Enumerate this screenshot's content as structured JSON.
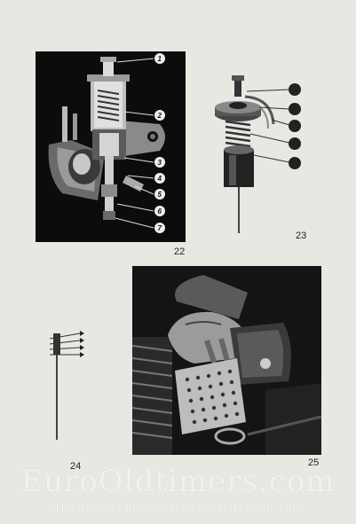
{
  "figures": {
    "fig22": {
      "number": "22",
      "callouts": [
        "1",
        "2",
        "3",
        "4",
        "5",
        "6",
        "7"
      ]
    },
    "fig23": {
      "number": "23"
    },
    "fig24": {
      "number": "24"
    },
    "fig25": {
      "number": "25"
    }
  },
  "watermark": {
    "main": "EuroOldtimers.com",
    "sub": "The world of historic vehicles and classic cars"
  }
}
